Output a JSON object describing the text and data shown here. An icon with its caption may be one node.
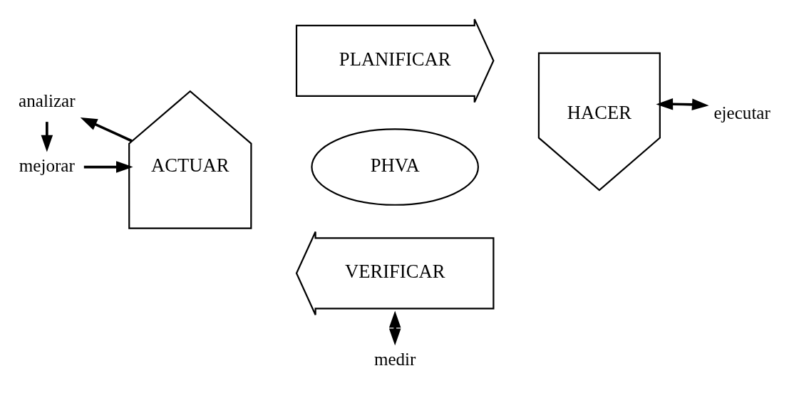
{
  "diagram": {
    "nodes": [
      {
        "text": [
          "PLANIFICAR"
        ]
      },
      {
        "text": [
          "HACER"
        ]
      },
      {
        "text": [
          "VERIFICAR"
        ]
      },
      {
        "text": [
          "ACTUAR"
        ]
      },
      {
        "text": [
          "PHVA"
        ]
      },
      {
        "text": [
          "mejorar"
        ]
      },
      {
        "text": [
          "analizar"
        ]
      },
      {
        "text": [
          "ejecutar"
        ]
      },
      {
        "text": [
          "medir"
        ]
      }
    ],
    "edges": [
      {
        "from": 6,
        "to": 5,
        "arrow": "to"
      },
      {
        "from": 5,
        "to": 3,
        "arrow": "to"
      },
      {
        "from": 3,
        "to": 6,
        "arrow": "to"
      },
      {
        "from": 1,
        "to": 7,
        "arrow": "both"
      },
      {
        "from": 2,
        "to": 8,
        "arrow": "both"
      }
    ]
  }
}
